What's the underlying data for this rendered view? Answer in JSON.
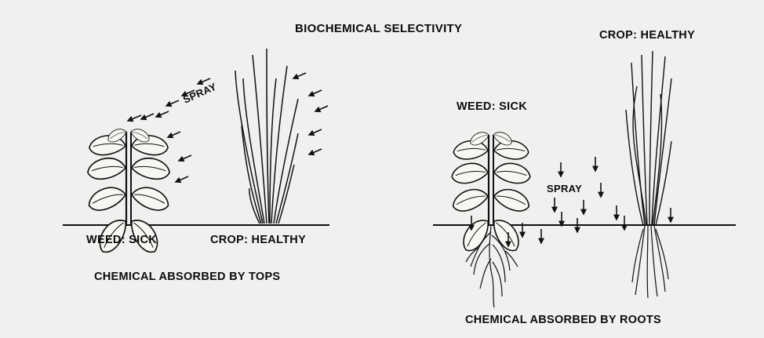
{
  "title": "BIOCHEMICAL SELECTIVITY",
  "left_panel": {
    "spray_label": "SPRAY",
    "weed_label": "WEED: SICK",
    "crop_label": "CROP: HEALTHY",
    "caption": "CHEMICAL ABSORBED BY TOPS"
  },
  "right_panel": {
    "spray_label": "SPRAY",
    "weed_label": "WEED: SICK",
    "crop_label": "CROP: HEALTHY",
    "caption": "CHEMICAL ABSORBED BY ROOTS"
  },
  "colors": {
    "background": "#f0f0ee",
    "ink": "#111111"
  }
}
